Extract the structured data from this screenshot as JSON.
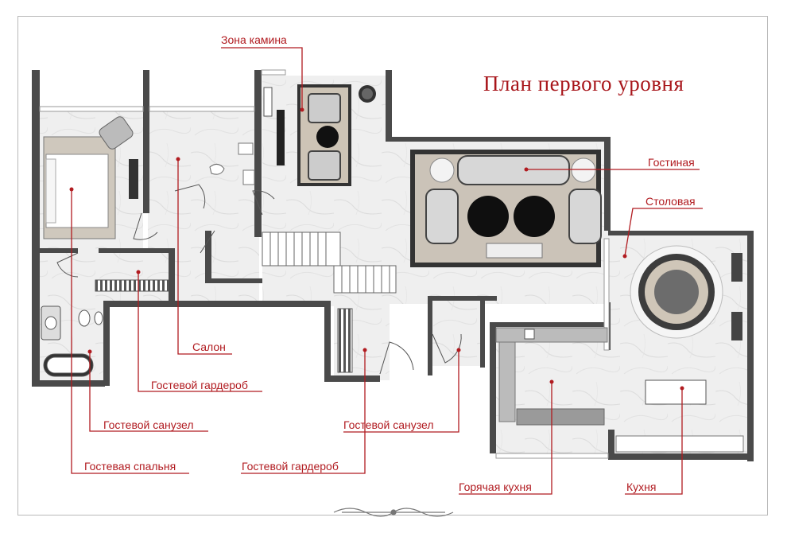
{
  "title": "План первого уровня",
  "colors": {
    "accent": "#b11b20",
    "wall": "#4a4a4a",
    "marble": "#eeeeee",
    "rug": "#cbc3b8"
  },
  "labels": {
    "fireplace_zone": "Зона камина",
    "living_room": "Гостиная",
    "dining_room": "Столовая",
    "salon": "Салон",
    "guest_wardrobe_1": "Гостевой гардероб",
    "guest_bathroom_1": "Гостевой санузел",
    "guest_bathroom_2": "Гостевой санузел",
    "guest_bedroom": "Гостевая спальня",
    "guest_wardrobe_2": "Гостевой гардероб",
    "hot_kitchen": "Горячая кухня",
    "kitchen": "Кухня"
  }
}
